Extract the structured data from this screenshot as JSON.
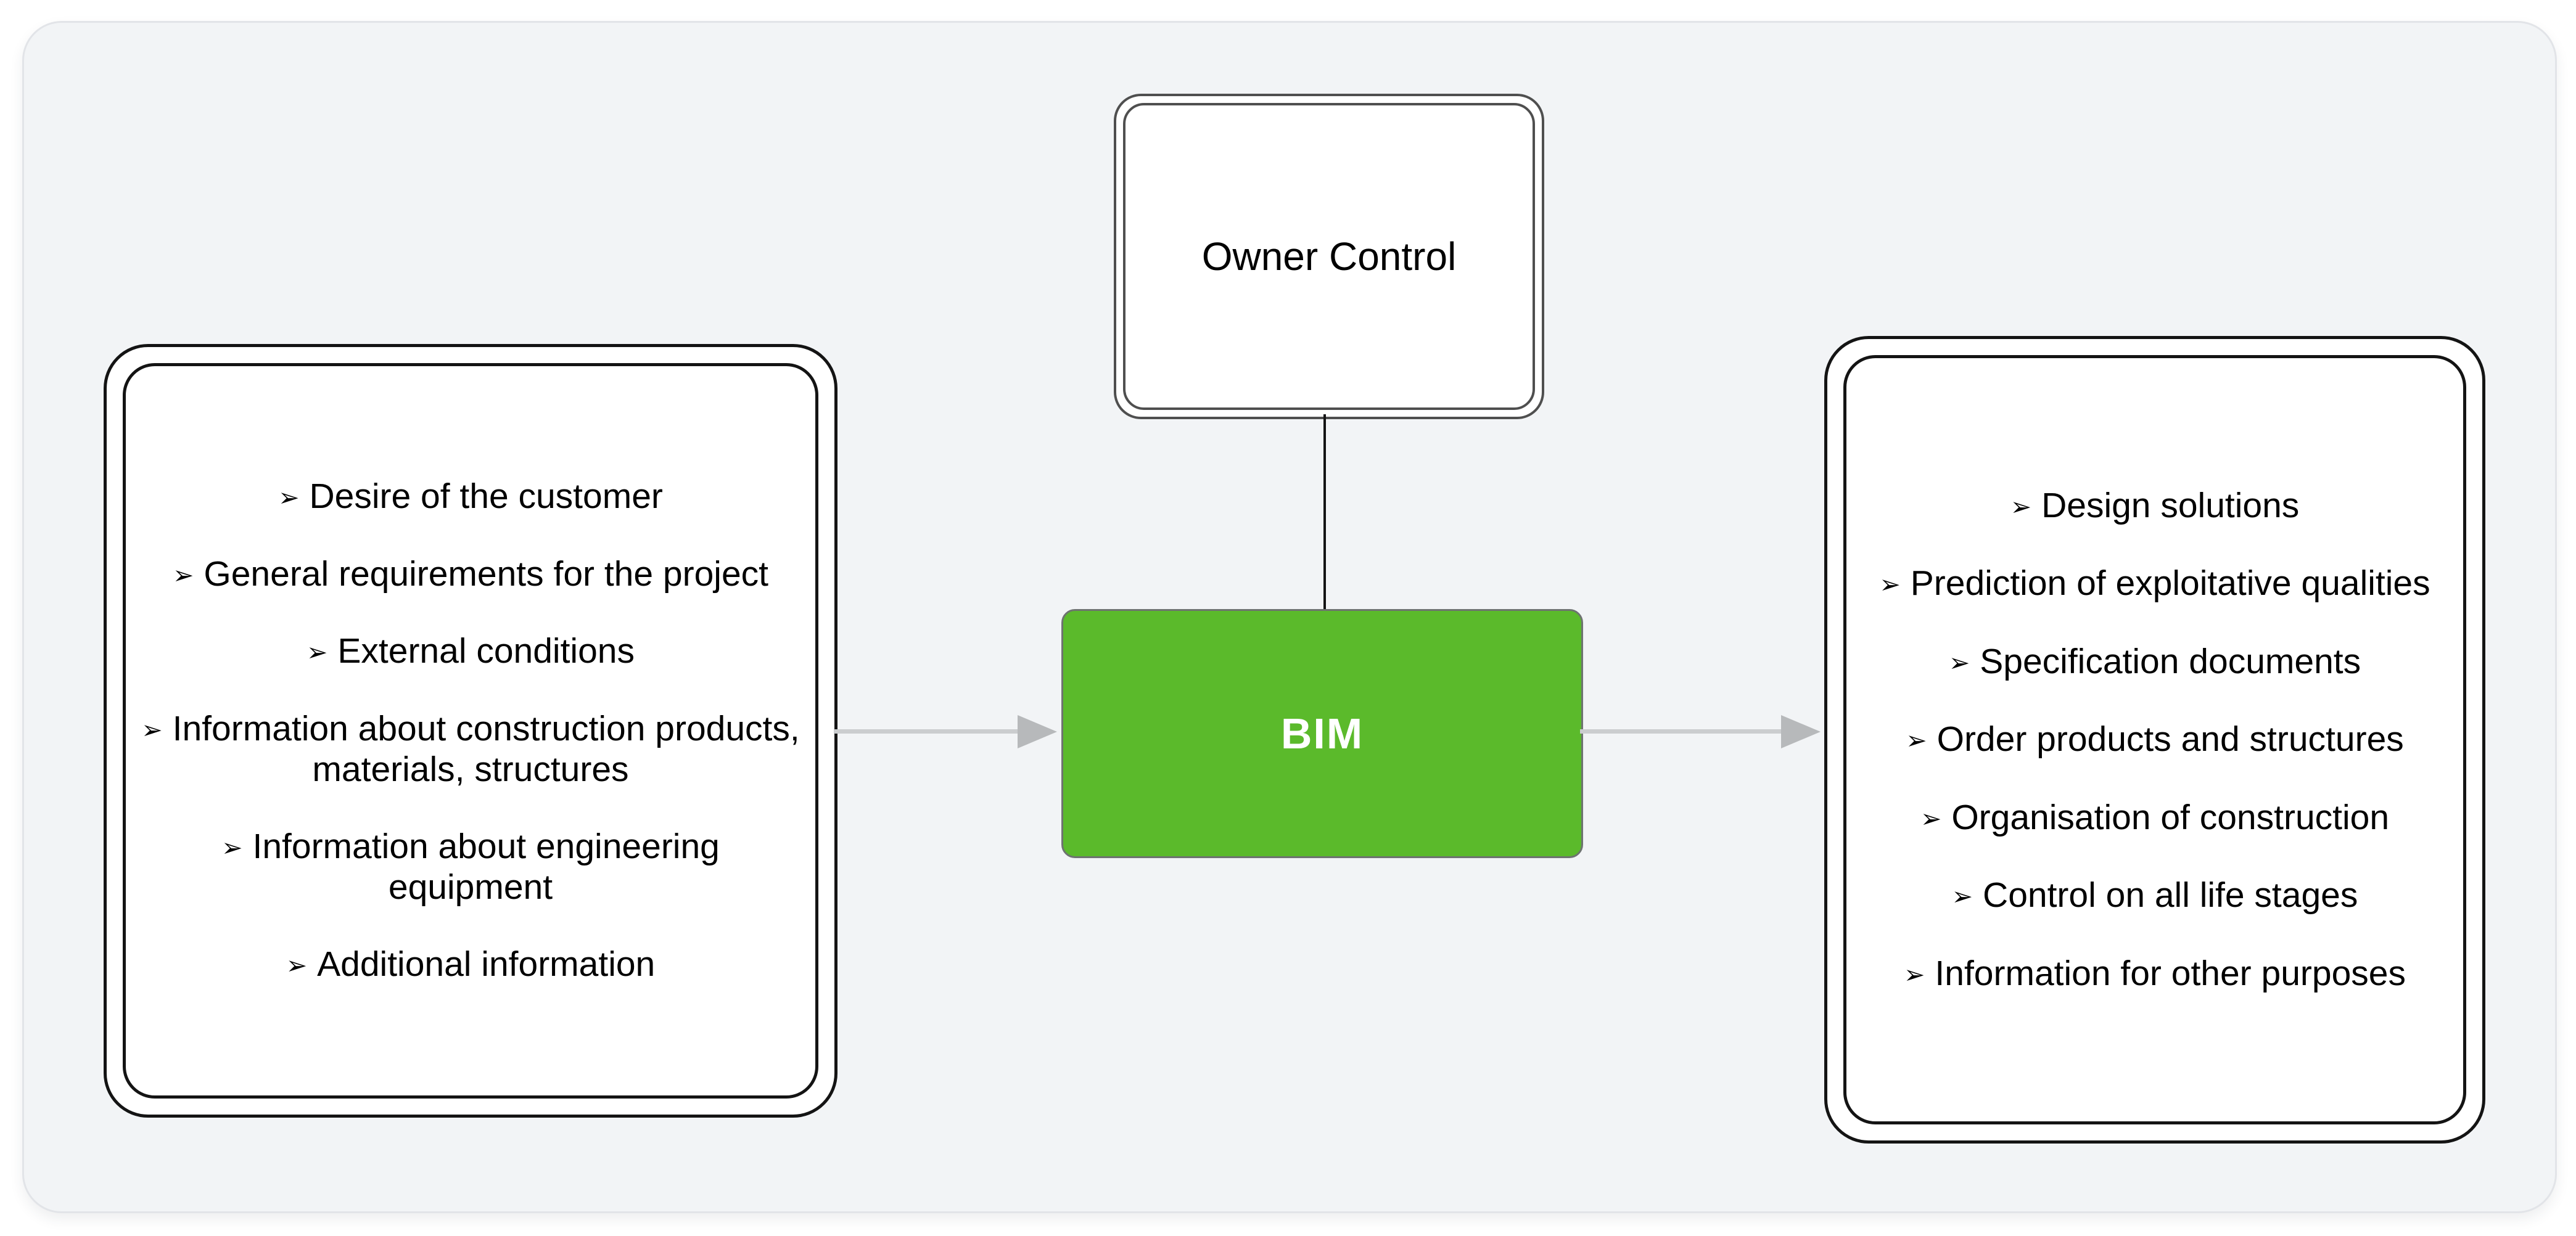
{
  "diagram": {
    "bullet": "➢",
    "colors": {
      "bim_green": "#5bba2b",
      "bim_text": "#ffffff",
      "list_box_border": "#141414",
      "owner_box_border": "#4f4f4f",
      "arrow_line": "#cbcdcf",
      "arrow_head": "#b7b9bb",
      "panel_background": "#f2f4f6",
      "panel_border": "#e2e4e8"
    },
    "owner_control": {
      "label": "Owner Control"
    },
    "bim": {
      "label": "BIM"
    },
    "inputs": {
      "items": [
        "Desire of the customer",
        "General requirements for the project",
        "External conditions",
        "Information about construction products,\nmaterials, structures",
        "Information about engineering\nequipment",
        "Additional information"
      ]
    },
    "outputs": {
      "items": [
        "Design solutions",
        "Prediction of exploitative qualities",
        "Specification documents",
        "Order products and structures",
        "Organisation of construction",
        "Control on all life stages",
        "Information for other purposes"
      ]
    }
  }
}
